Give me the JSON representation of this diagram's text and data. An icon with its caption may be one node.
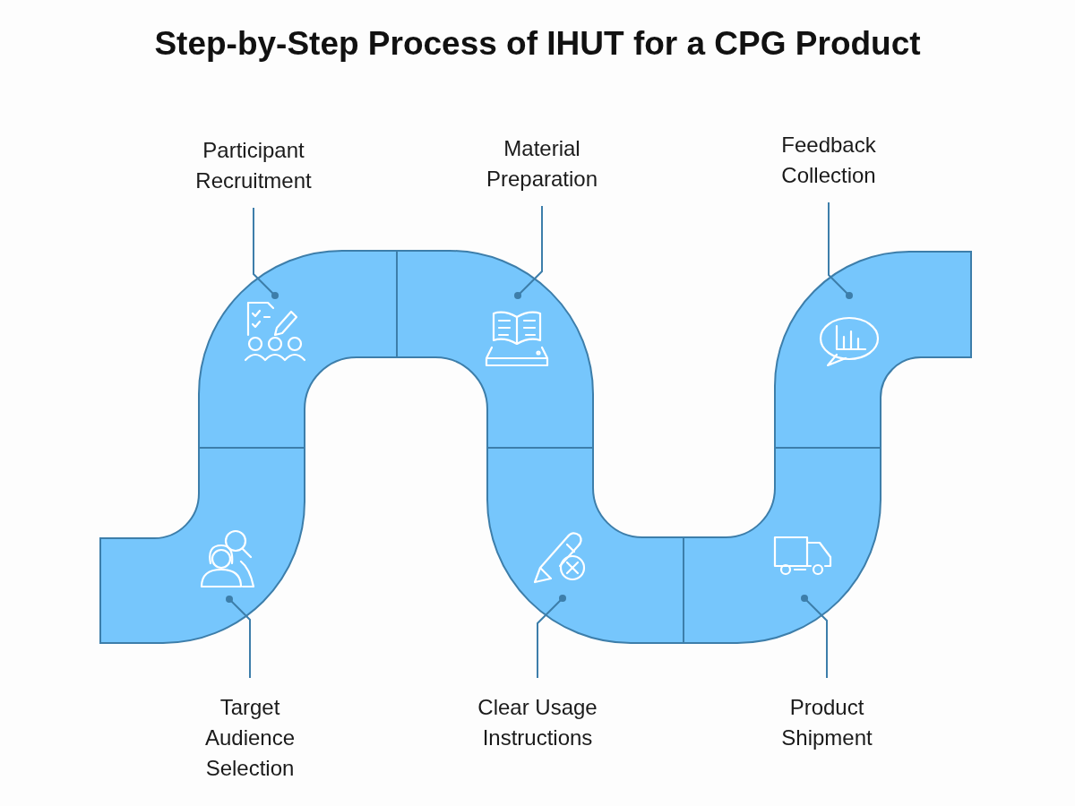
{
  "diagram": {
    "title": "Step-by-Step Process of IHUT for a CPG Product",
    "nodes": [
      {
        "text": [],
        "shape": "band"
      },
      {
        "text": [],
        "shape": "band"
      },
      {
        "text": [],
        "shape": "band"
      },
      {
        "text": [],
        "shape": "band"
      },
      {
        "text": [],
        "shape": "band"
      },
      {
        "text": [],
        "shape": "band"
      },
      {
        "text": [
          "Target Audience Selection"
        ]
      },
      {
        "text": [
          "Participant Recruitment"
        ]
      },
      {
        "text": [
          "Material Preparation"
        ]
      },
      {
        "text": [
          "Clear Usage Instructions"
        ]
      },
      {
        "text": [
          "Product Shipment"
        ]
      },
      {
        "text": [
          "Feedback Collection"
        ]
      }
    ],
    "edges": [
      {
        "from": 6,
        "to": 0,
        "arrow": "other"
      },
      {
        "from": 7,
        "to": 1,
        "arrow": "other"
      },
      {
        "from": 8,
        "to": 2,
        "arrow": "other"
      },
      {
        "from": 9,
        "to": 3,
        "arrow": "other"
      },
      {
        "from": 10,
        "to": 4,
        "arrow": "other"
      },
      {
        "from": 11,
        "to": 5,
        "arrow": "other"
      }
    ]
  }
}
